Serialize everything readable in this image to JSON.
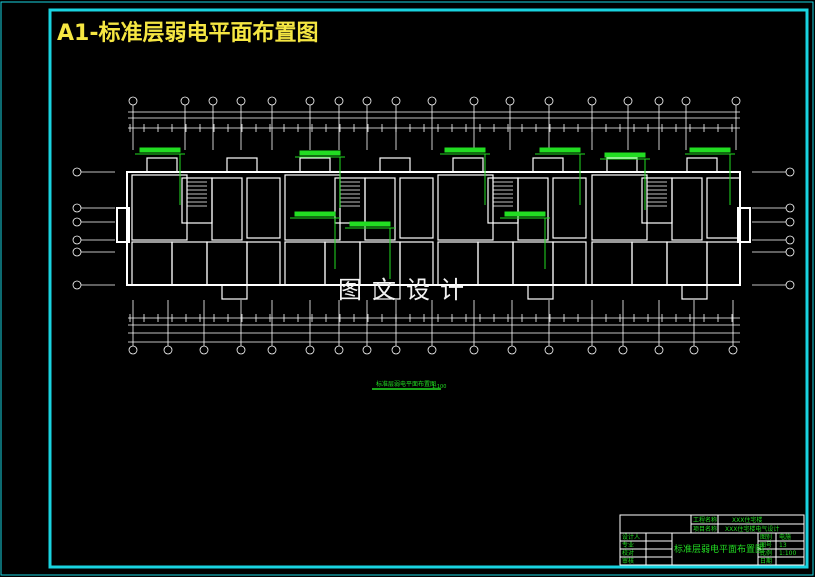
{
  "title": "A1-标准层弱电平面布置图",
  "watermark": "图文设计",
  "drawing_label": "标准层弱电平面布置图",
  "drawing_label_scale": "1:100",
  "colors": {
    "frame": "#19d3e0",
    "title": "#f5e642",
    "walls": "#ffffff",
    "wiring": "#22dd22",
    "background": "#000000"
  },
  "title_block": {
    "project_label": "工程名称",
    "project_value": "XXX住宅楼",
    "item_label": "项目名称",
    "item_value": "XXX住宅楼电气设计",
    "designer": "设计人",
    "major": "专业",
    "checker": "校对",
    "reviewer": "审核",
    "drawing_name": "标准层弱电平面布置图",
    "category_label": "图别",
    "category_value": "电施",
    "number_label": "图号",
    "number_value": "13",
    "scale_label": "比例",
    "scale_value": "1:100",
    "date_label": "日期"
  }
}
